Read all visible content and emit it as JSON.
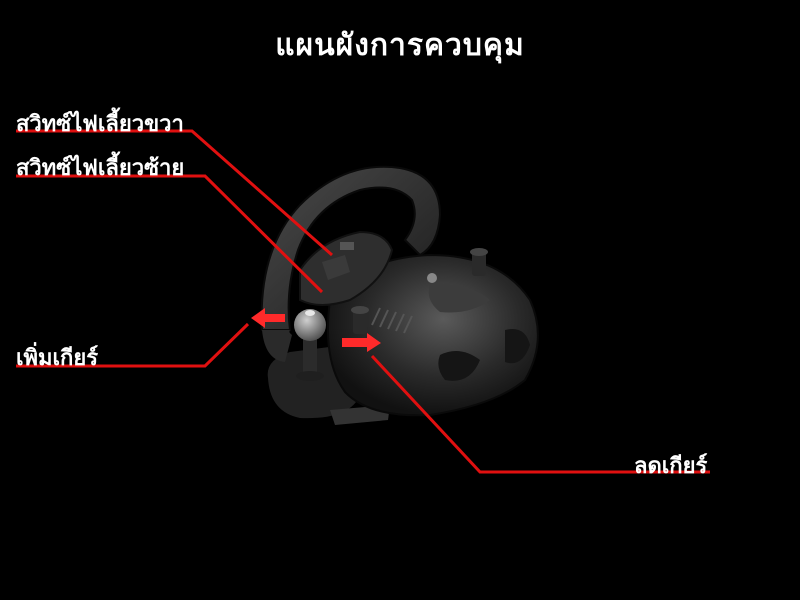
{
  "title": "แผนผังการควบคุม",
  "labels": {
    "turn_right_switch": "สวิทซ์ไฟเลี้ยวขวา",
    "turn_left_switch": "สวิทซ์ไฟเลี้ยวซ้าย",
    "shift_up": "เพิ่มเกียร์",
    "shift_down": "ลดเกียร์"
  },
  "colors": {
    "background": "#000000",
    "leader_line": "#e01010",
    "text": "#ffffff"
  }
}
